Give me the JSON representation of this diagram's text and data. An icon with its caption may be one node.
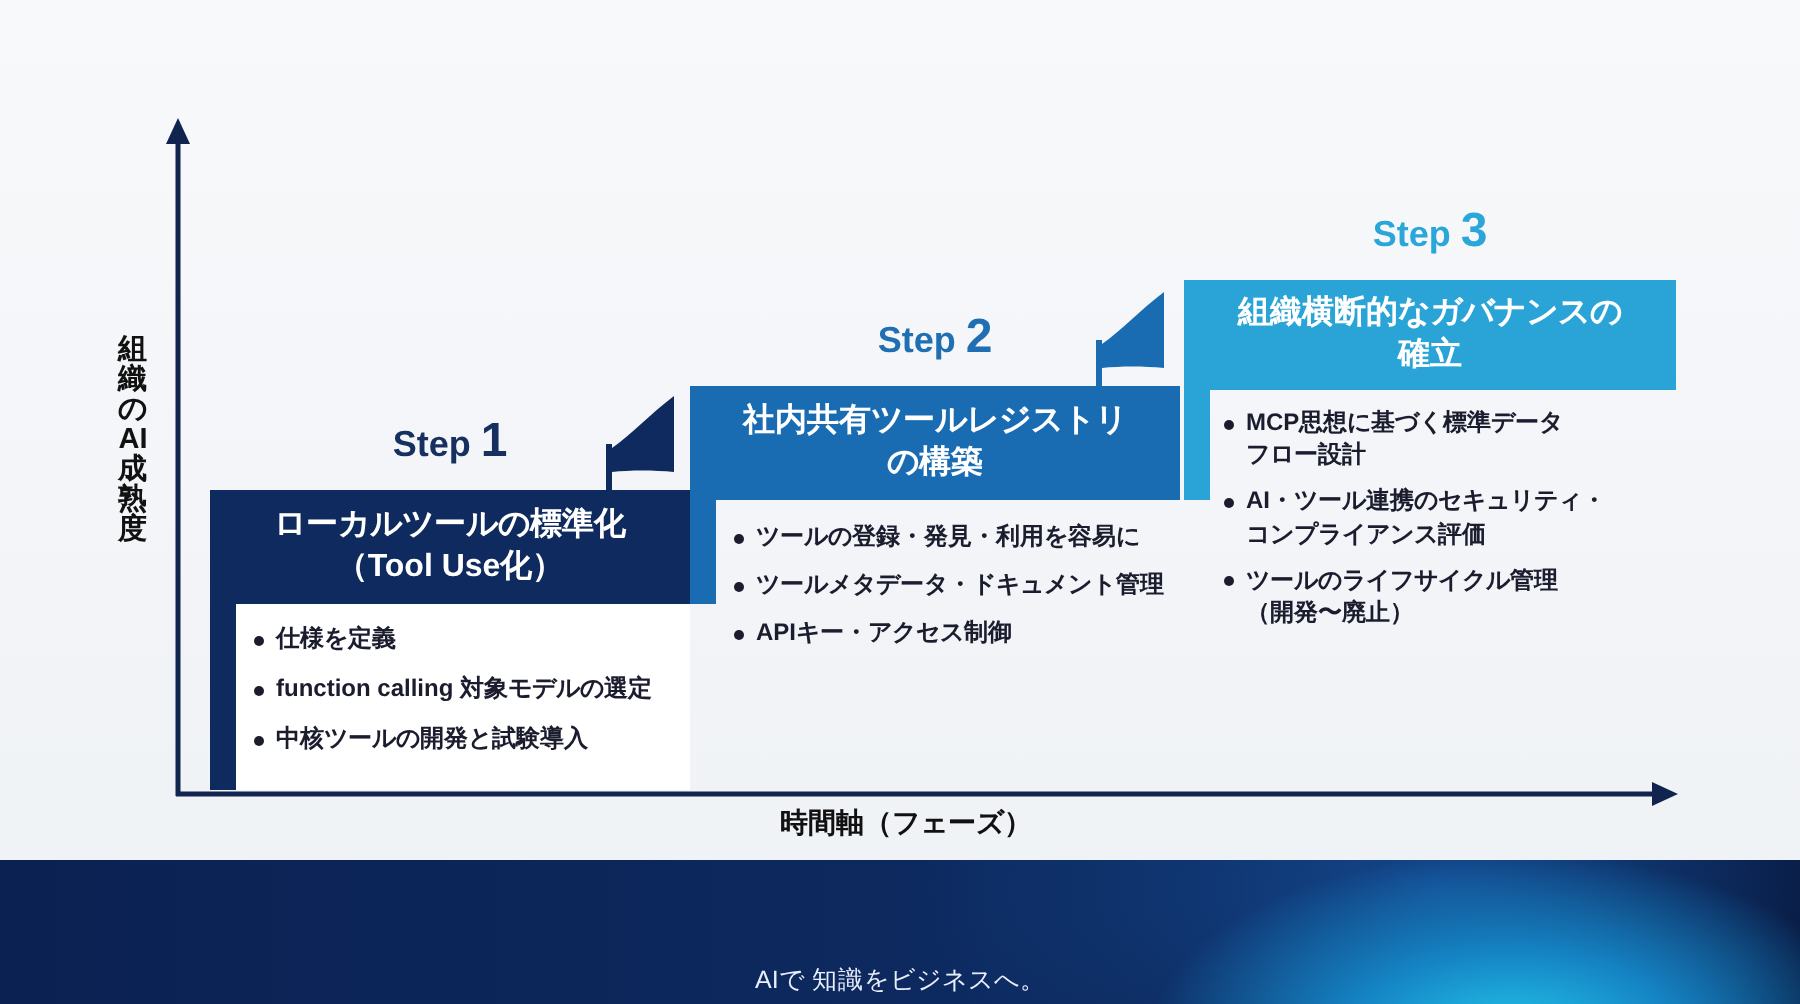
{
  "diagram": {
    "nodes": [
      {
        "text": [
          "Step 1",
          "ローカルツールの標準化（Tool Use化）",
          "仕様を定義",
          "function calling 対象モデルの選定",
          "中核ツールの開発と試験導入"
        ]
      },
      {
        "text": [
          "Step 2",
          "社内共有ツールレジストリの構築",
          "ツールの登録・発見・利用を容易に",
          "ツールメタデータ・ドキュメント管理",
          "APIキー・アクセス制御"
        ]
      },
      {
        "text": [
          "Step 3",
          "組織横断的なガバナンスの確立",
          "MCP思想に基づく標準データフロー設計",
          "AI・ツール連携のセキュリティ・コンプライアンス評価",
          "ツールのライフサイクル管理（開発〜廃止）"
        ]
      }
    ],
    "labels": [
      "組織のAI成熟度",
      "時間軸（フェーズ）",
      "AIで 知識をビジネスへ。"
    ]
  }
}
